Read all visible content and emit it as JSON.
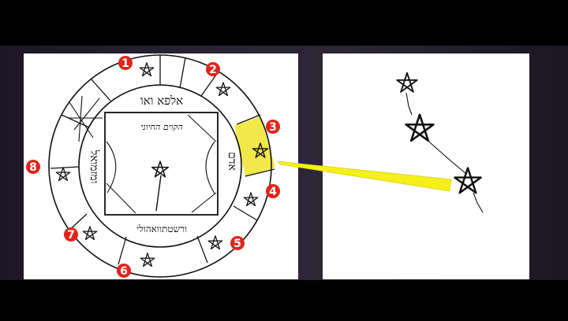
{
  "manuscript": {
    "outer_top_text": "אלפא ואו",
    "inner_top_text": "הקוים החיוני",
    "left_side_text": "ומזמואל",
    "right_side_text": "אדם",
    "bottom_text": "ורשטתוואהולי"
  },
  "markers": [
    "1",
    "2",
    "3",
    "4",
    "5",
    "6",
    "7",
    "8"
  ],
  "colors": {
    "marker_red": "#e3231d",
    "highlight_yellow": "#f3e84a",
    "pointer_yellow": "#f5f019"
  },
  "icons": [
    "pentagram-star-icon",
    "number-marker-icon",
    "pointer-beam-icon"
  ]
}
